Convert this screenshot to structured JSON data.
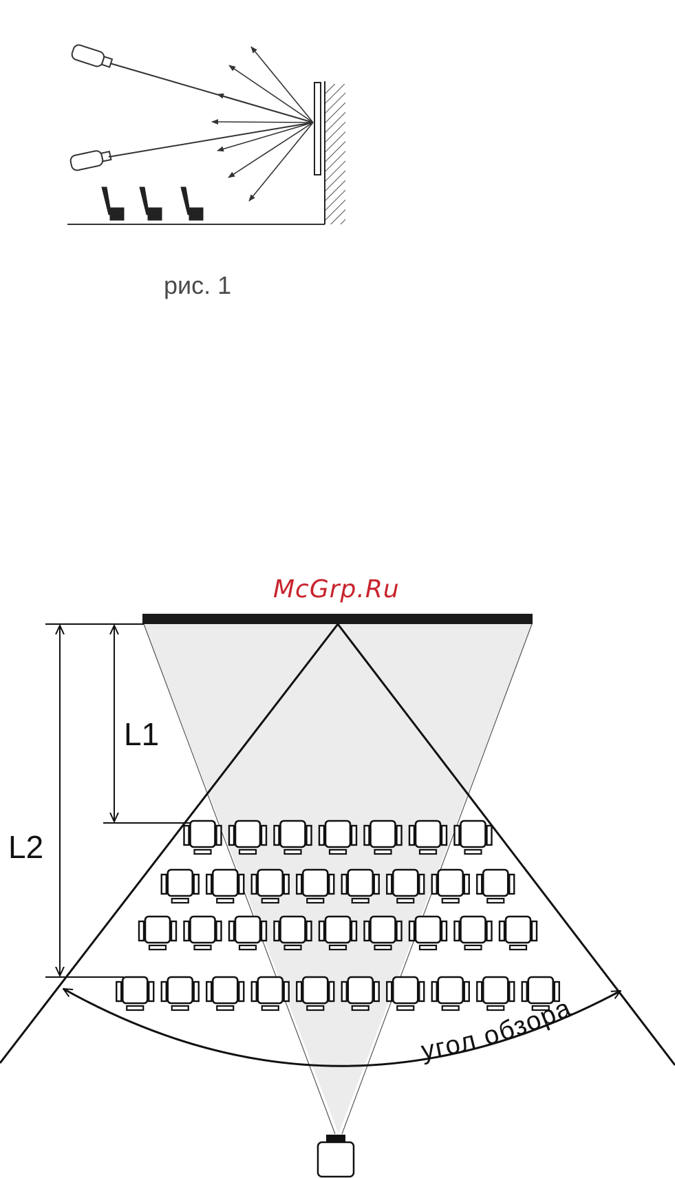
{
  "figure1": {
    "caption": "рис. 1"
  },
  "figure2": {
    "watermark": "McGrp.Ru",
    "label_l1": "L1",
    "label_l2": "L2",
    "arc_label": "угол обзора",
    "seat_rows": [
      7,
      8,
      9,
      10
    ]
  }
}
